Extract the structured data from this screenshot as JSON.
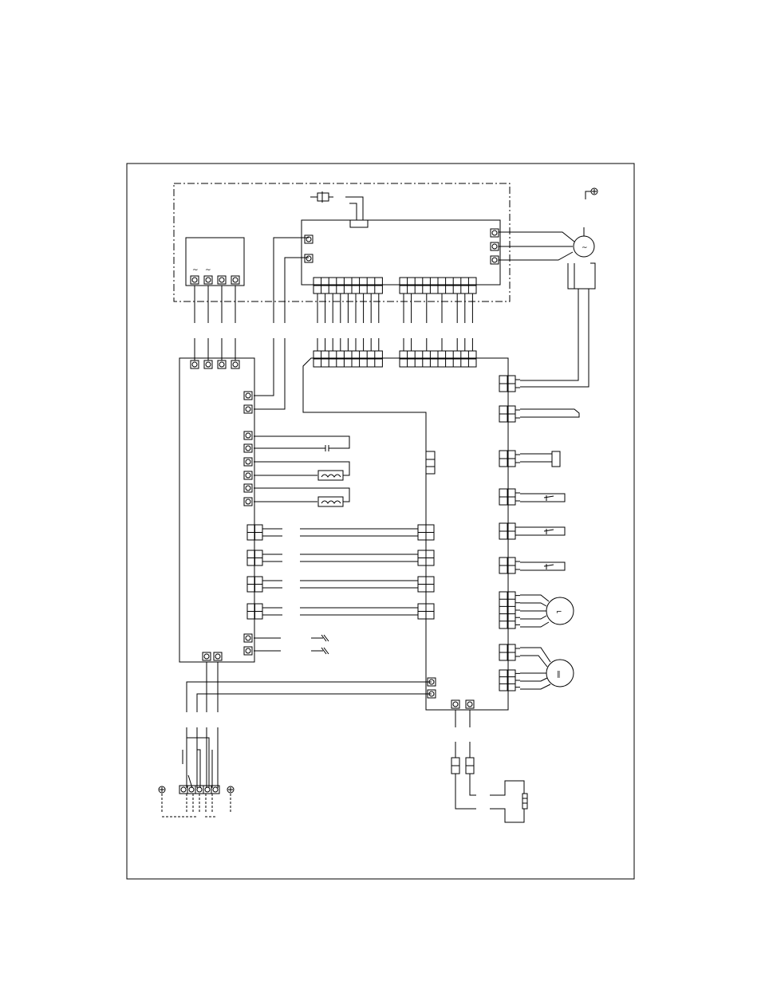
{
  "diagram": {
    "type": "wiring-schematic",
    "glyphs": {
      "ac_symbol": "~",
      "motor_a_symbol": "⌐",
      "motor_b_symbol": "∥"
    },
    "colors": {
      "line": "#000000",
      "background": "#ffffff"
    },
    "components": {
      "power_board_terminals": 4,
      "main_board_upper_connectors_group_a": 9,
      "main_board_upper_connectors_group_b": 10,
      "right_board_side_connectors": 10,
      "left_board_side_terminals": 10,
      "left_board_relay_blocks": 4,
      "terminal_strip_terminals": 5,
      "ground_symbols": 3,
      "motors": 3
    }
  }
}
